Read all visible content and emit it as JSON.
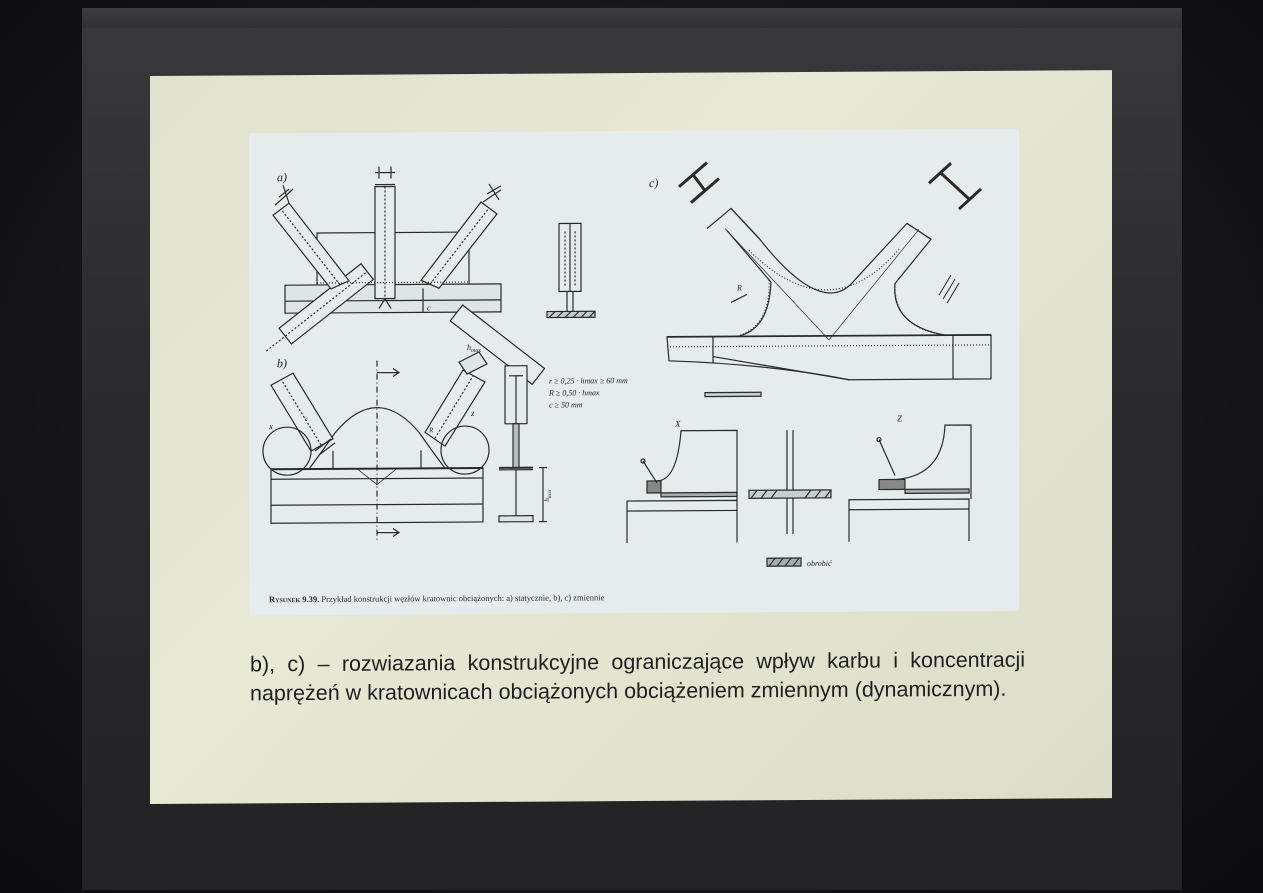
{
  "figure": {
    "panel_labels": {
      "a": "a)",
      "b": "b)",
      "c": "c)"
    },
    "detail_labels": {
      "x": "X",
      "z": "Z",
      "x_small": "x",
      "z_small": "z"
    },
    "dimension_labels": {
      "c": "c",
      "r": "r",
      "R": "R",
      "h_max": "h",
      "h_max_sub": "max"
    },
    "formulas": [
      "r ≥ 0,25 · hmax ≥ 60 mm",
      "R ≥ 0,50 · hmax",
      "c ≥ 50 mm"
    ],
    "legend_label": "obrobić",
    "caption_prefix": "Rysunek 9.39.",
    "caption_text": " Przykład konstrukcji węzłów kratownic obciążonych: a) statycznie, b), c) zmiennie"
  },
  "slide_text": "b), c) – rozwiazania konstrukcyjne ograniczające wpływ karbu i koncentracji naprężeń w kratownicach obciążonych obciążeniem zmiennym (dynamicznym)."
}
